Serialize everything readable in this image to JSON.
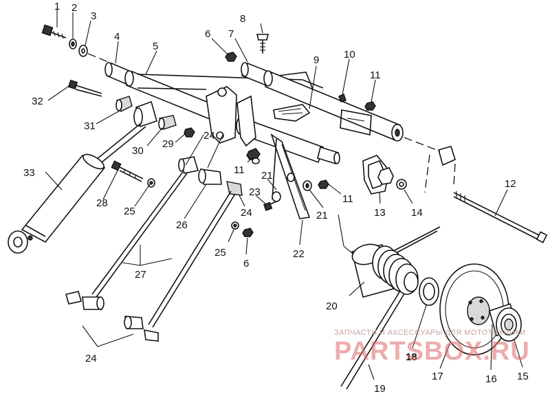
{
  "callouts": {
    "c1": "1",
    "c2": "2",
    "c3": "3",
    "c4": "4",
    "c5": "5",
    "c6a": "6",
    "c6b": "6",
    "c7": "7",
    "c8": "8",
    "c9": "9",
    "c10": "10",
    "c11a": "11",
    "c11b": "11",
    "c11c": "11",
    "c12": "12",
    "c13": "13",
    "c14": "14",
    "c15": "15",
    "c16": "16",
    "c17": "17",
    "c18": "18",
    "c19": "19",
    "c20": "20",
    "c21a": "21",
    "c21b": "21",
    "c22": "22",
    "c23": "23",
    "c24a": "24",
    "c24b": "24",
    "c24c": "24",
    "c25a": "25",
    "c25b": "25",
    "c26": "26",
    "c27": "27",
    "c28": "28",
    "c29": "29",
    "c30": "30",
    "c31": "31",
    "c32": "32",
    "c33": "33"
  },
  "watermark": {
    "subtitle": "ЗАПЧАСТИ И АКСЕССУАРЫ ДЛЯ МОТОТЕХНИКИ",
    "logo": "PARTSBOX.RU"
  }
}
